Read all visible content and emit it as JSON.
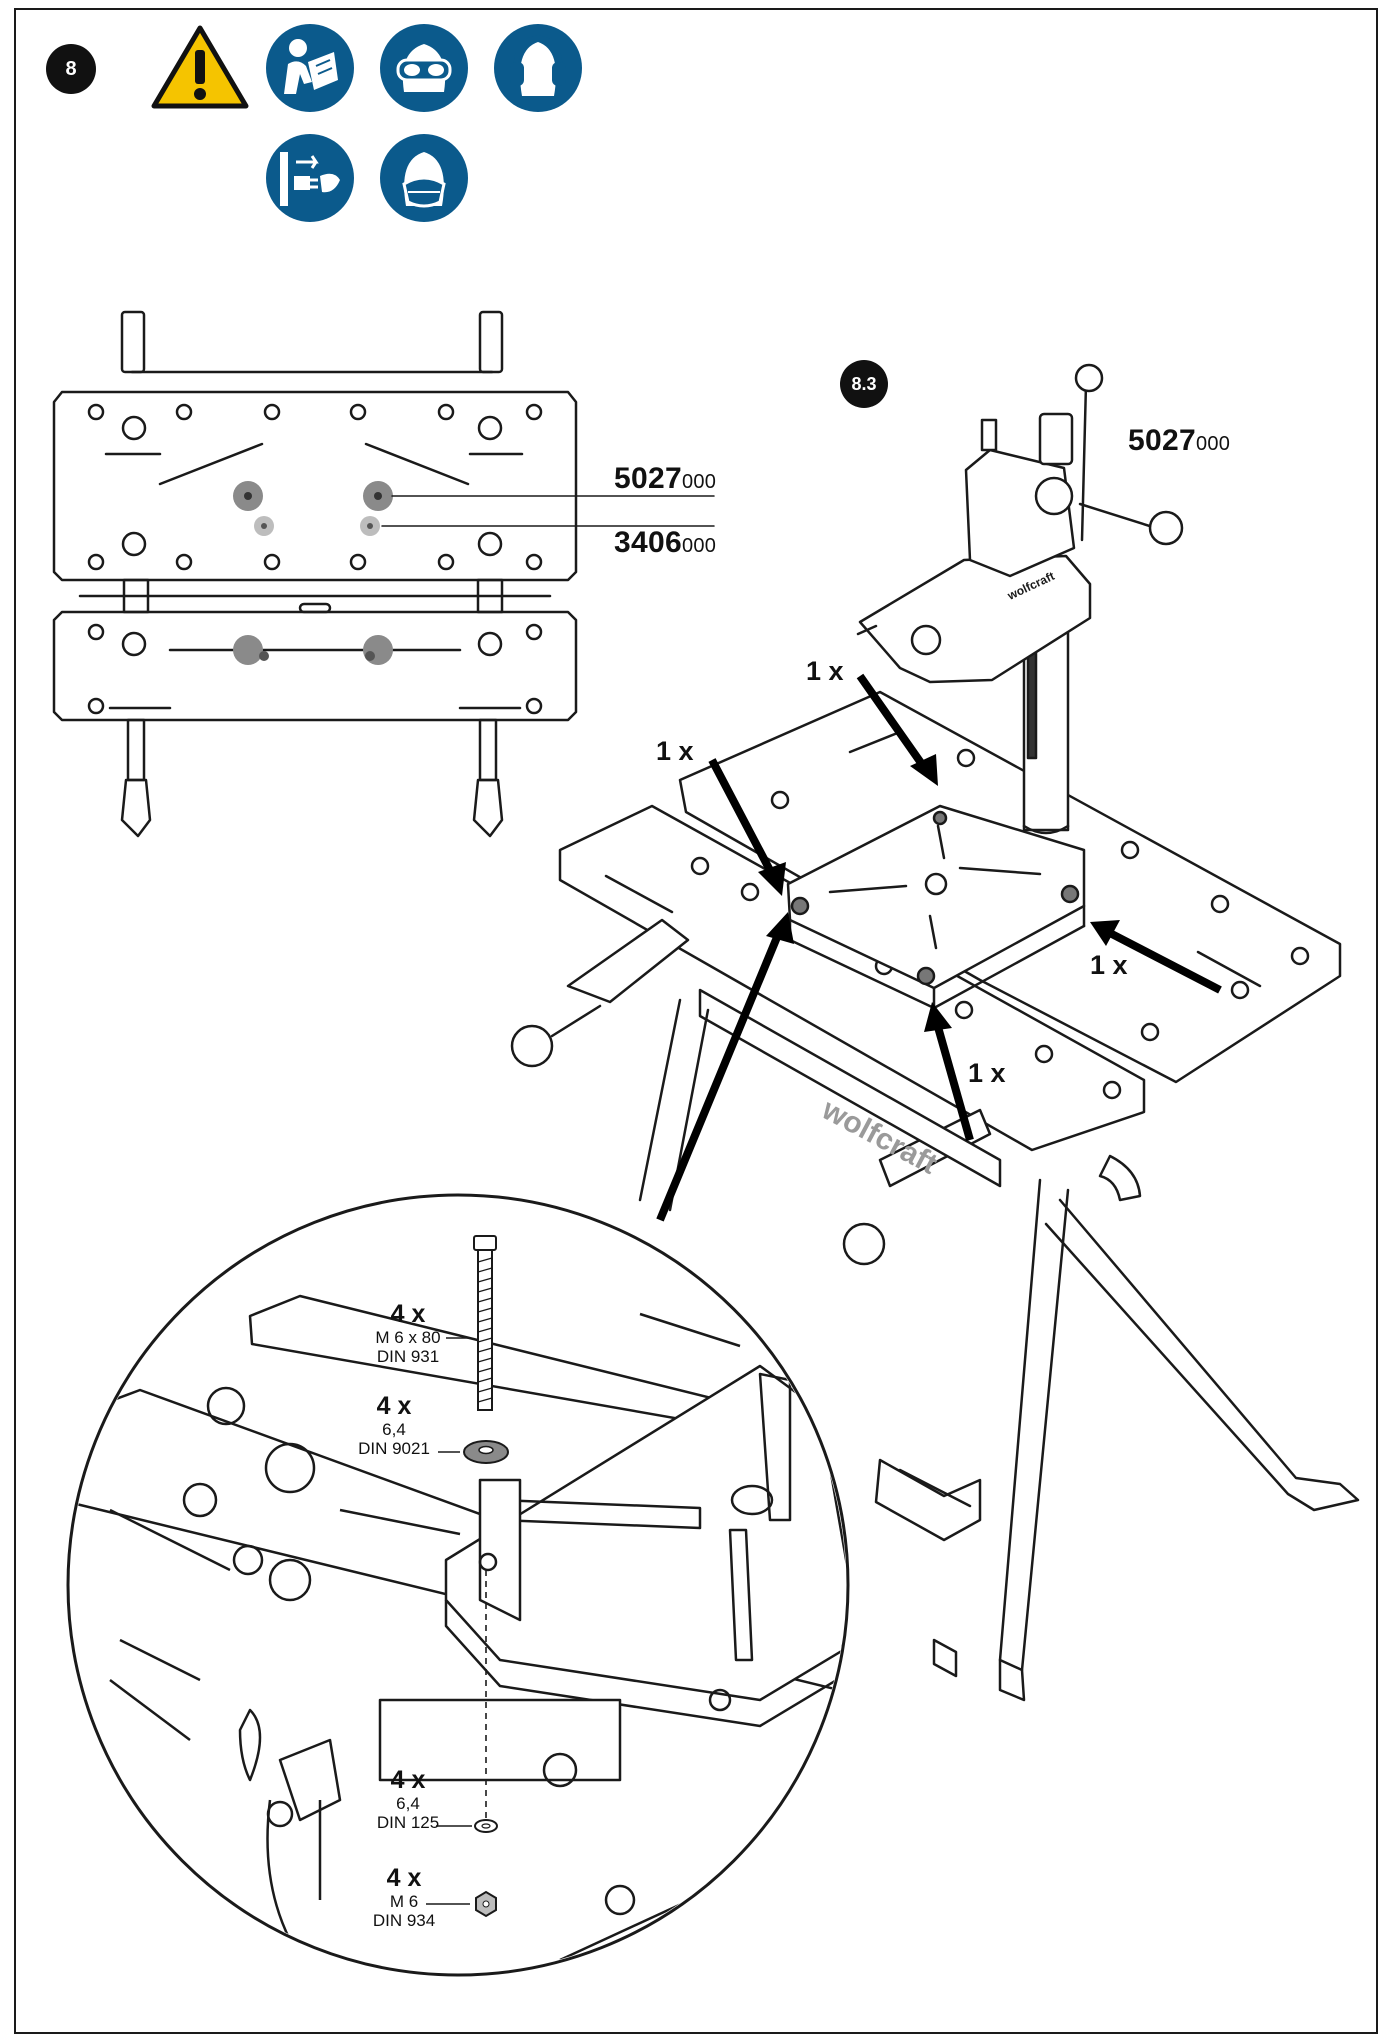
{
  "step": {
    "number": "8",
    "substep": "8.3"
  },
  "safety_icons": [
    {
      "icon": "warning-triangle-icon",
      "color": "#f5c400"
    },
    {
      "icon": "read-manual-icon",
      "color": "#0b5a8c"
    },
    {
      "icon": "safety-goggles-icon",
      "color": "#0b5a8c"
    },
    {
      "icon": "ear-protection-icon",
      "color": "#0b5a8c"
    },
    {
      "icon": "unplug-power-icon",
      "color": "#0b5a8c"
    },
    {
      "icon": "dust-mask-icon",
      "color": "#0b5a8c"
    }
  ],
  "top_view": {
    "part_a": {
      "main": "5027",
      "suffix": "000"
    },
    "part_b": {
      "main": "3406",
      "suffix": "000"
    }
  },
  "main_view": {
    "part": {
      "main": "5027",
      "suffix": "000"
    },
    "arrow_labels": [
      "1 x",
      "1 x",
      "1 x",
      "1 x"
    ]
  },
  "hardware": [
    {
      "qty": "4 x",
      "line1": "M 6 x 80",
      "line2": "DIN 931"
    },
    {
      "qty": "4 x",
      "line1": "6,4",
      "line2": "DIN 9021"
    },
    {
      "qty": "4 x",
      "line1": "6,4",
      "line2": "DIN 125"
    },
    {
      "qty": "4 x",
      "line1": "M 6",
      "line2": "DIN 934"
    }
  ],
  "brand_marks": [
    "wolfcraft",
    "wolfcraft"
  ],
  "colors": {
    "line": "#1a1a1a",
    "marker_dark": "#8a8a8a",
    "marker_light": "#bdbdbd"
  }
}
